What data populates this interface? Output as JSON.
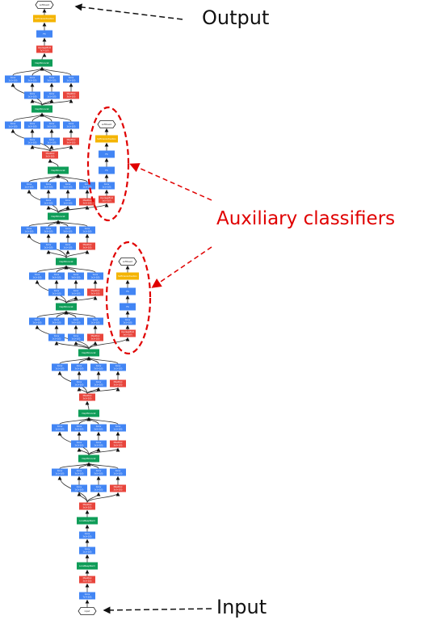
{
  "labels": {
    "output": "Output",
    "input": "Input",
    "auxiliary": "Auxiliary classifiers"
  },
  "node_text": {
    "softmax": "softmax2",
    "softmax_act": "SoftmaxActivation",
    "fc": "FC",
    "avgpool": "AveragePool",
    "avgpool_sub": "7x7+1(V)",
    "avgpool_aux_sub": "5x5+3(V)",
    "depthconcat": "DepthConcat",
    "conv": "Conv",
    "conv_1x1": "1x1+1(S)",
    "conv_3x3": "3x3+1(S)",
    "conv_5x5": "5x5+1(S)",
    "conv_7x7": "7x7+2(S)",
    "conv_aux": "1x1+1(S)",
    "maxpool": "MaxPool",
    "maxpool_sub": "3x3+1(S)",
    "maxpool2_sub": "3x3+2(S)",
    "lrn": "LocalRespNorm",
    "input": "input"
  },
  "colors": {
    "conv": "#4285f4",
    "pool": "#e8453c",
    "concat": "#0f9d58",
    "softmax": "#f4b400",
    "aux_outline": "#e00000",
    "edge": "#333333"
  }
}
